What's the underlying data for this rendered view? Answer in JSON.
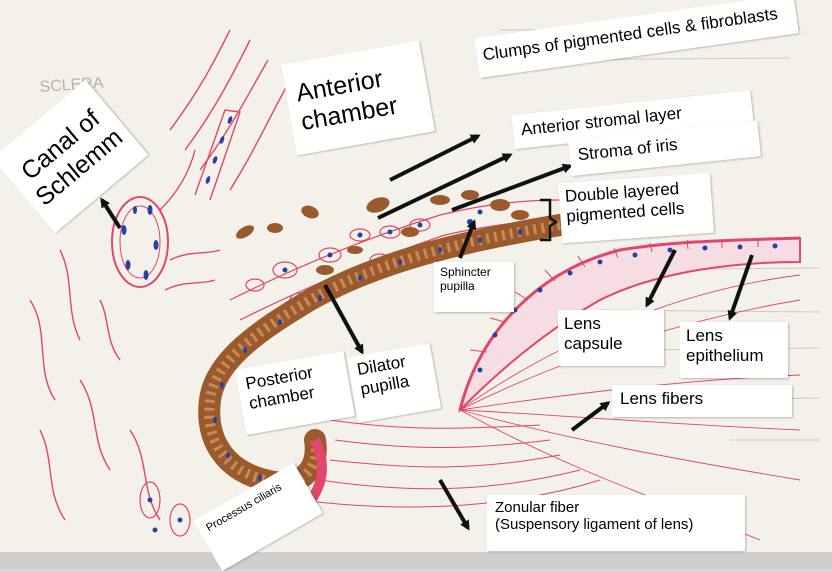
{
  "diagram": {
    "background_paper": "#f4f1ea",
    "tissue_color": "#e0476a",
    "pigment_color": "#9a5a2c",
    "nuclei_color": "#2640a8",
    "arrow_color": "#111111",
    "faded_sketch_text": "SCLERA"
  },
  "labels": {
    "canal_of_schlemm": "Canal of Schlemm",
    "anterior_chamber": "Anterior chamber",
    "clumps": "Clumps of pigmented  cells & fibroblasts",
    "anterior_stromal_layer": "Anterior stromal layer",
    "stroma_of_iris": "Stroma of iris",
    "double_layered": "Double layered pigmented cells",
    "sphincter_pupilla": "Sphincter pupilla",
    "lens_capsule": "Lens capsule",
    "lens_epithelium": "Lens epithelium",
    "lens_fibers": "Lens fibers",
    "posterior_chamber": "Posterior chamber",
    "dilator_pupilla": "Dilator pupilla",
    "processus_ciliaris": "Processus ciliaris",
    "zonular_fiber": "Zonular fiber",
    "suspensory_ligament": "(Suspensory ligament of lens)"
  }
}
